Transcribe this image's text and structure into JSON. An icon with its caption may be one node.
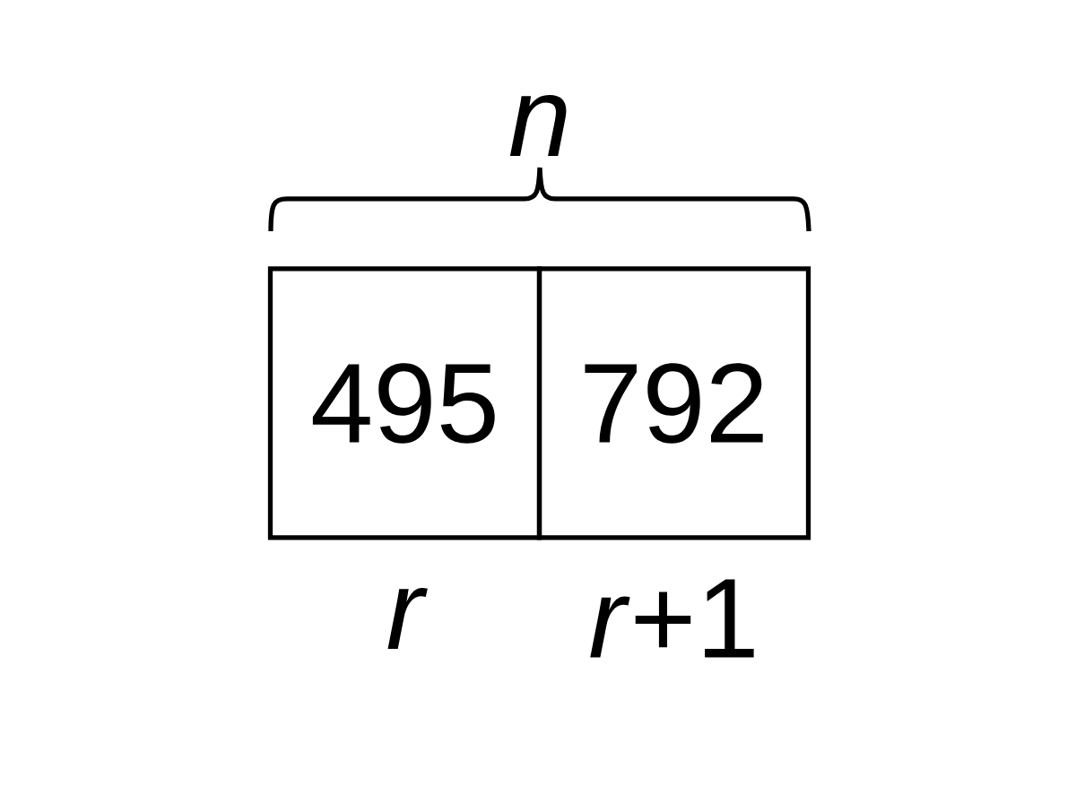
{
  "diagram": {
    "nodes": [
      {
        "text": [
          "495"
        ],
        "beside": [
          "r"
        ]
      },
      {
        "text": [
          "792"
        ],
        "beside": [
          "*r*+1"
        ]
      }
    ],
    "labels": [
      "n"
    ]
  }
}
